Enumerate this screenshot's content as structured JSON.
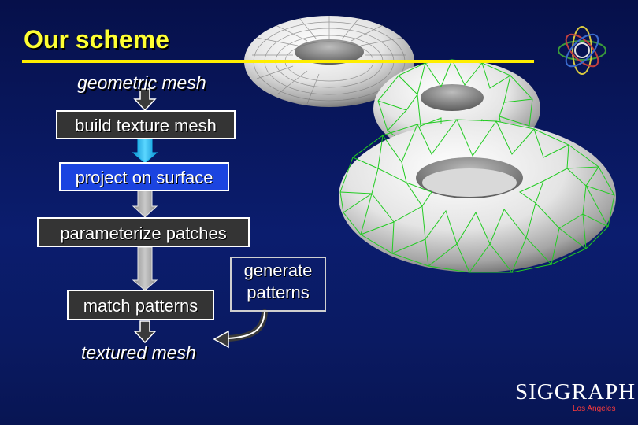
{
  "slide": {
    "title": "Our scheme",
    "steps": {
      "geometric_mesh": "geometric mesh",
      "build_texture_mesh": "build texture mesh",
      "project_on_surface": "project on surface",
      "parameterize_patches": "parameterize patches",
      "match_patterns": "match patterns",
      "generate_patterns_line1": "generate",
      "generate_patterns_line2": "patterns",
      "textured_mesh": "textured mesh"
    },
    "conference_logo": "SIGGRAPH",
    "conference_location": "Los Angeles"
  },
  "colors": {
    "title": "#ffff33",
    "highlight_box": "#1b44e0",
    "arrow_blue": "#16b8ee",
    "mesh_green": "#22cc22"
  }
}
